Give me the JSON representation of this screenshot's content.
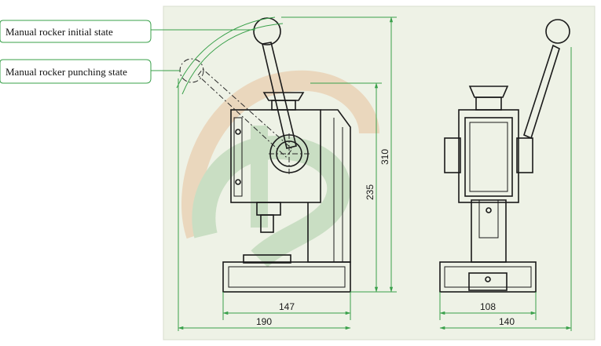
{
  "callouts": {
    "initial_state": "Manual rocker initial state",
    "punching_state": "Manual rocker punching state"
  },
  "dimensions": {
    "front_inner_width": "147",
    "front_overall_width": "190",
    "front_height_inner": "235",
    "front_height_overall": "310",
    "side_inner_width": "108",
    "side_overall_width": "140"
  },
  "colors": {
    "paper": "#eef2e6",
    "dimension_line": "#39a04a",
    "drawing_line": "#1a1a1a",
    "watermark_green": "#4a9a4a",
    "watermark_orange": "#e07a30"
  },
  "icons": {
    "watermark": "logo-watermark-icon"
  }
}
